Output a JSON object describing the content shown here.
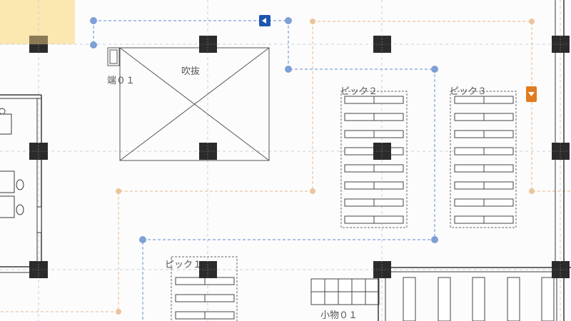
{
  "plan": {
    "labels": {
      "edge_01": "端０１",
      "void": "吹抜",
      "pick_1": "ピック１",
      "pick_2": "ピック２",
      "pick_3": "ピック３",
      "small_items_01": "小物０１"
    },
    "colors": {
      "background": "#fcfcfd",
      "grid_line": "#c9ced6",
      "wall": "#3a3a3a",
      "column": "#2b2b2b",
      "blue_route": "#7f9fd6",
      "orange_route": "#ecc49b",
      "highlight": "#fbe7b0",
      "blue_marker": "#1e55b0",
      "orange_marker": "#e07b20"
    },
    "icons": {
      "blue_marker": "chevron-left-icon",
      "orange_marker": "chevron-down-icon"
    }
  }
}
